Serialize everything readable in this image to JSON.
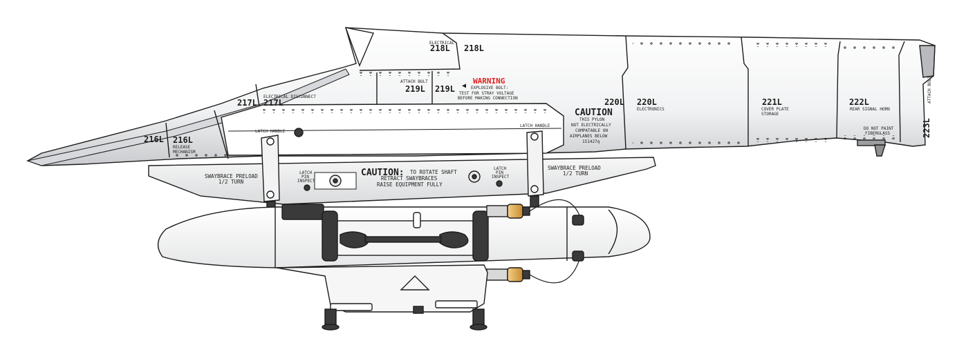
{
  "colors": {
    "outline": "#1c1c1c",
    "pylon_light": "#fbfbfb",
    "pylon_shade": "#cfd1d4",
    "warning": "#e0201c",
    "brass": "#d9a44a",
    "dark_part": "#3a3a3a"
  },
  "zones": {
    "z216": "216L",
    "z216b": "216L",
    "z217": "217L",
    "z217b": "217L",
    "z218": "218L",
    "z218b": "218L",
    "z219": "219L",
    "z219b": "219L",
    "z220": "220L",
    "z220b": "220L",
    "z221": "221L",
    "z222": "222L",
    "z223": "223L"
  },
  "labels": {
    "release1": "RELEASE",
    "release2": "MECHANISM",
    "elec_disconnect": "ELECTRICAL DISCONNECT",
    "electrical": "ELECTRICAL",
    "attach_bolt": "ATTACH BOLT",
    "warning_title": "WARNING",
    "warning1": "EXPLOSIVE BOLT:",
    "warning2": "TEST FOR STRAY VOLTAGE",
    "warning3": "BEFORE MAKING CONNECTION",
    "caution_title": "CAUTION",
    "caution1": "THIS PYLON",
    "caution2": "NOT ELECTRICALLY",
    "caution3": "COMPATABLE ON",
    "caution4": "AIRPLANES BELOW",
    "caution5": "151427q",
    "electronics": "ELECTRONICS",
    "cover1": "COVER PLATE",
    "cover2": "STORAGE",
    "rear_horn": "REAR SIGNAL HORN",
    "no_paint1": "DO NOT PAINT",
    "no_paint2": "FIBERGLASS",
    "attach_bolt_v": "ATTACH BOLT",
    "latch_left": "LATCH HANDLE",
    "latch_right": "LATCH HANDLE",
    "swaybrace_l1": "SWAYBRACE PRELOAD",
    "swaybrace_l2": "1/2 TURN",
    "swaybrace_r1": "SWAYBRACE PRELOAD",
    "swaybrace_r2": "1/2 TURN",
    "latch_pin_l1": "LATCH",
    "latch_pin_l2": "PIN",
    "latch_pin_l3": "INSPECT",
    "latch_pin_r1": "LATCH",
    "latch_pin_r2": "PIN",
    "latch_pin_r3": "INSPECT",
    "caution_rail_title": "CAUTION:",
    "caution_rail1": "TO ROTATE SHAFT",
    "caution_rail2": "RETRACT SWAYBRACES",
    "caution_rail3": "RAISE EQUIPMENT FULLY"
  }
}
